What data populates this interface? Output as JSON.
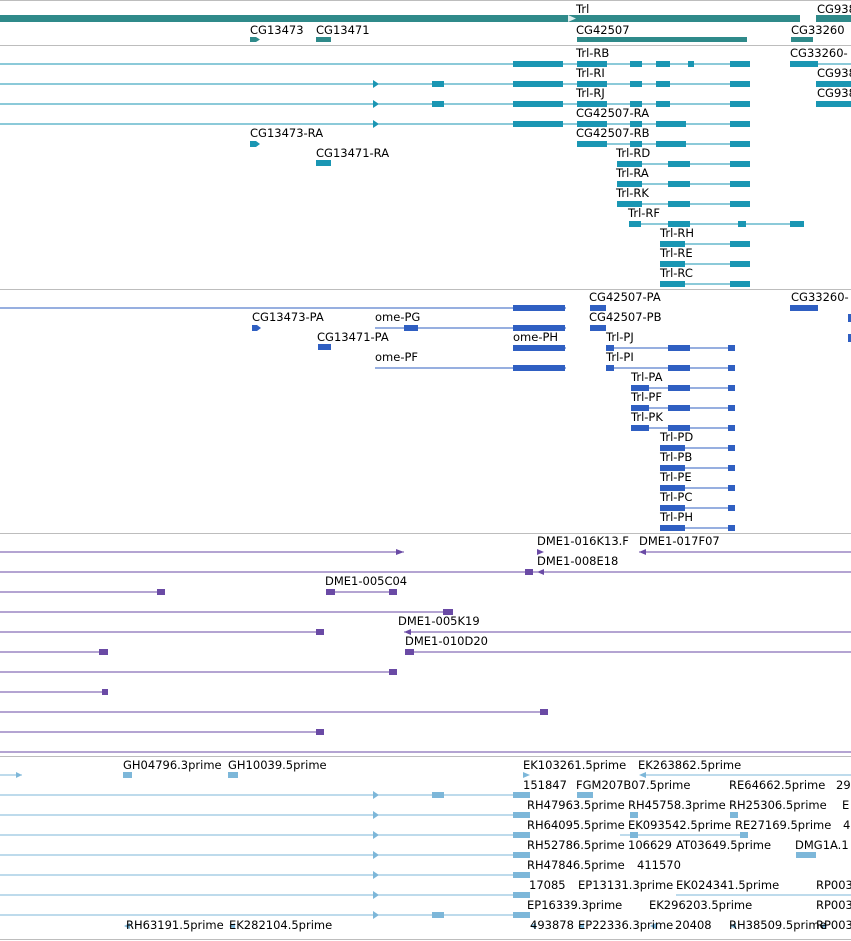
{
  "colors": {
    "gene_track": "#2f8a8a",
    "transcript_track": "#1a96b3",
    "protein_track": "#2f5fc2",
    "clone_track": "#6a4aa5",
    "est_track": "#7db7d9",
    "divider": "#bdbdbd"
  },
  "tracks": {
    "genes": {
      "name": "gene-track",
      "labels": [
        "Trl",
        "CG938",
        "CG13473",
        "CG13471",
        "CG42507",
        "CG33260"
      ]
    },
    "transcripts": {
      "name": "transcript-track",
      "labels": [
        "Trl-RB",
        "CG33260-",
        "Trl-RI",
        "CG938",
        "Trl-RJ",
        "CG938",
        "CG42507-RA",
        "CG13473-RA",
        "CG42507-RB",
        "CG13471-RA",
        "Trl-RD",
        "Trl-RA",
        "Trl-RK",
        "Trl-RF",
        "Trl-RH",
        "Trl-RE",
        "Trl-RC"
      ]
    },
    "proteins": {
      "name": "protein-track",
      "labels": [
        "CG42507-PA",
        "CG33260-",
        "CG13473-PA",
        "ome-PG",
        "CG42507-PB",
        "CG13471-PA",
        "ome-PH",
        "Trl-PJ",
        "ome-PF",
        "Trl-PI",
        "Trl-PA",
        "Trl-PF",
        "Trl-PK",
        "Trl-PD",
        "Trl-PB",
        "Trl-PE",
        "Trl-PC",
        "Trl-PH"
      ]
    },
    "clones": {
      "name": "clone-track",
      "labels": [
        "DME1-016K13.F",
        "DME1-017F07",
        "DME1-008E18",
        "DME1-005C04",
        "DME1-005K19",
        "DME1-010D20"
      ]
    },
    "ests": {
      "name": "est-track",
      "labels": [
        "GH04796.3prime",
        "GH10039.5prime",
        "EK103261.5prime",
        "EK263862.5prime",
        "151847",
        "FGM207B07.5prime",
        "RE64662.5prime",
        "29",
        "RH47963.5prime",
        "RH45758.3prime",
        "RH25306.5prime",
        "E",
        "RH64095.5prime",
        "EK093542.5prime",
        "RE27169.5prime",
        "4",
        "RH52786.5prime",
        "106629",
        "AT03649.5prime",
        "DMG1A.1",
        "RH47846.5prime",
        "411570",
        "17085",
        "EP13131.3prime",
        "EK024341.5prime",
        "RP003",
        "EP16339.3prime",
        "EK296203.5prime",
        "RP003",
        "RH63191.5prime",
        "EK282104.5prime",
        "493878",
        "EP22336.3prime",
        "20408",
        "RH38509.5prime",
        "RP003"
      ]
    }
  }
}
